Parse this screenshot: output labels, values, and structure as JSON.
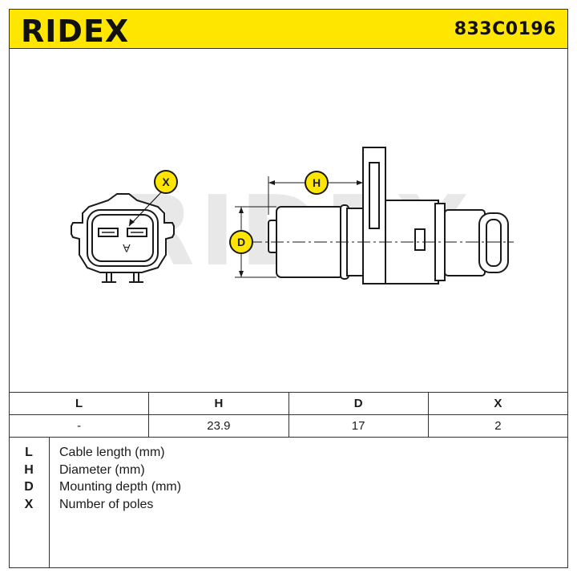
{
  "header": {
    "brand": "RIDEX",
    "part_number": "833C0196"
  },
  "diagram": {
    "watermark": "RIDEX",
    "labels": {
      "x": "X",
      "h": "H",
      "d": "D"
    },
    "connector_marking": "A"
  },
  "table": {
    "columns": [
      "L",
      "H",
      "D",
      "X"
    ],
    "values": [
      "-",
      "23.9",
      "17",
      "2"
    ]
  },
  "legend": [
    {
      "key": "L",
      "desc": "Cable length (mm)"
    },
    {
      "key": "H",
      "desc": "Diameter (mm)"
    },
    {
      "key": "D",
      "desc": "Mounting depth (mm)"
    },
    {
      "key": "X",
      "desc": "Number of poles"
    }
  ],
  "colors": {
    "brand_yellow": "#ffe600",
    "line": "#333333",
    "watermark": "#e6e6e6"
  }
}
